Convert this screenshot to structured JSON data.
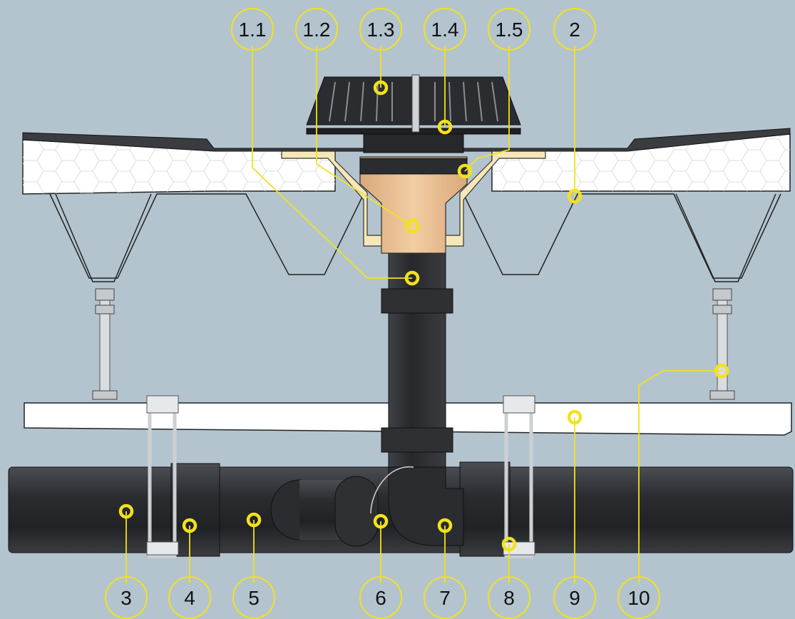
{
  "colors": {
    "background": "#b3c4cf",
    "callout": "#f2e21c",
    "pipe": "#2a2c30",
    "insulation": "#ffffff",
    "sealing_flange": "#f5e7b8",
    "drain_body": "#eec79a"
  },
  "labels": {
    "l1_1": "1.1",
    "l1_2": "1.2",
    "l1_3": "1.3",
    "l1_4": "1.4",
    "l1_5": "1.5",
    "l2": "2",
    "l3": "3",
    "l4": "4",
    "l5": "5",
    "l6": "6",
    "l7": "7",
    "l8": "8",
    "l9": "9",
    "l10": "10"
  }
}
